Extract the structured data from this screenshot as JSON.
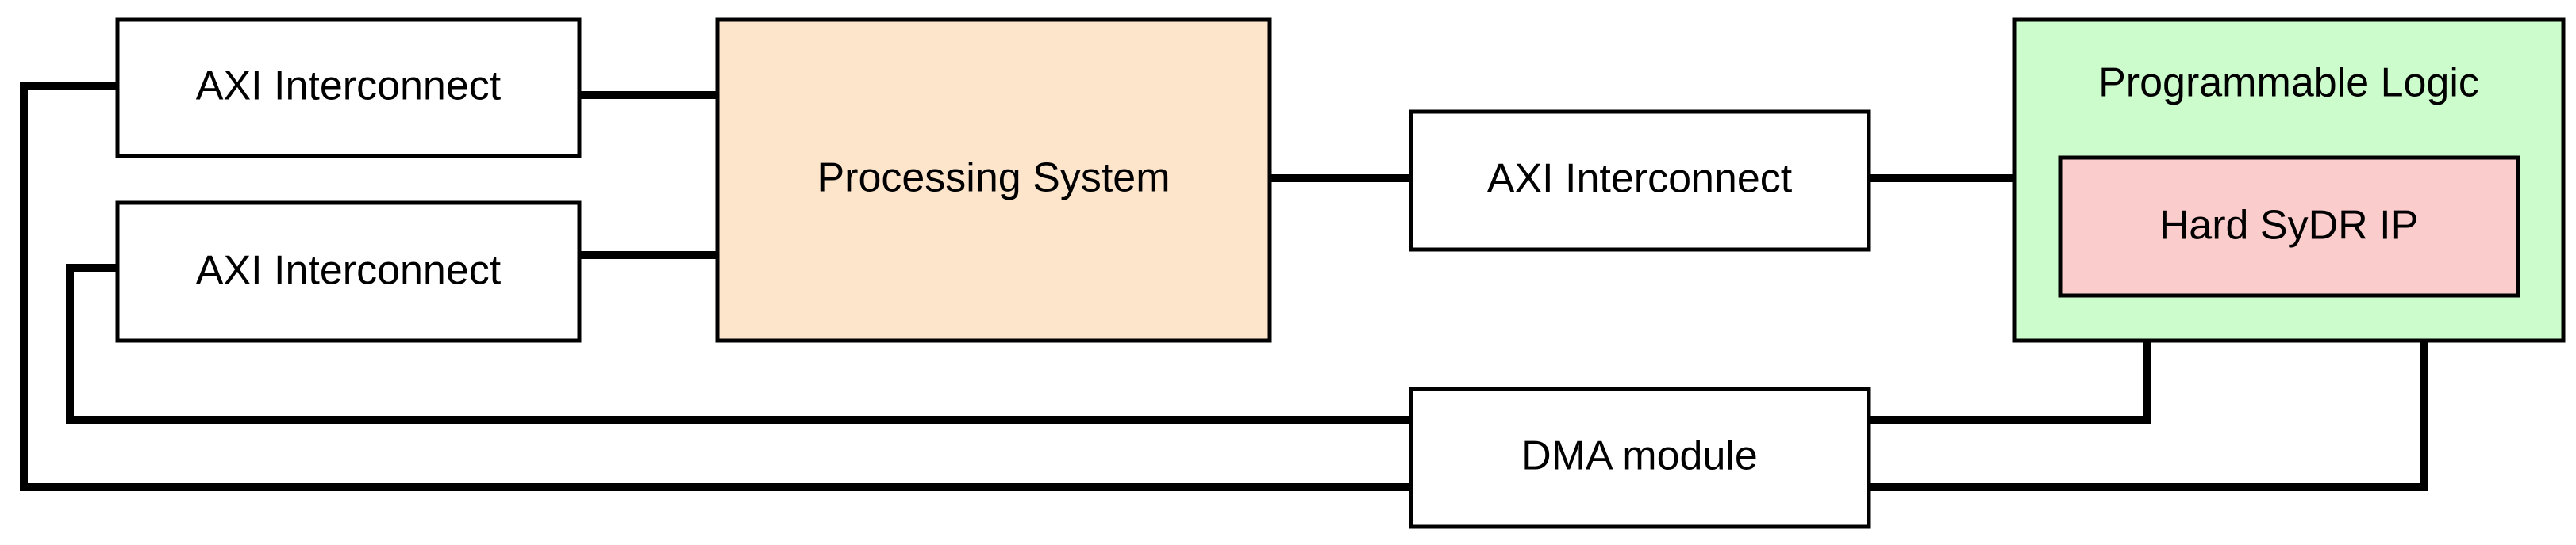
{
  "diagram": {
    "blocks": {
      "axi_top_left": {
        "label": "AXI Interconnect"
      },
      "axi_bottom_left": {
        "label": "AXI Interconnect"
      },
      "processing_system": {
        "label": "Processing System"
      },
      "axi_middle": {
        "label": "AXI Interconnect"
      },
      "programmable_logic": {
        "label": "Programmable Logic"
      },
      "hard_sydr_ip": {
        "label": "Hard SyDR IP"
      },
      "dma_module": {
        "label": "DMA module"
      }
    },
    "colors": {
      "processing_system_fill": "#FDE5CC",
      "programmable_logic_fill": "#CCFCCC",
      "hard_sydr_ip_fill": "#FBCCCC",
      "default_fill": "#FFFFFF",
      "stroke": "#000000"
    }
  }
}
